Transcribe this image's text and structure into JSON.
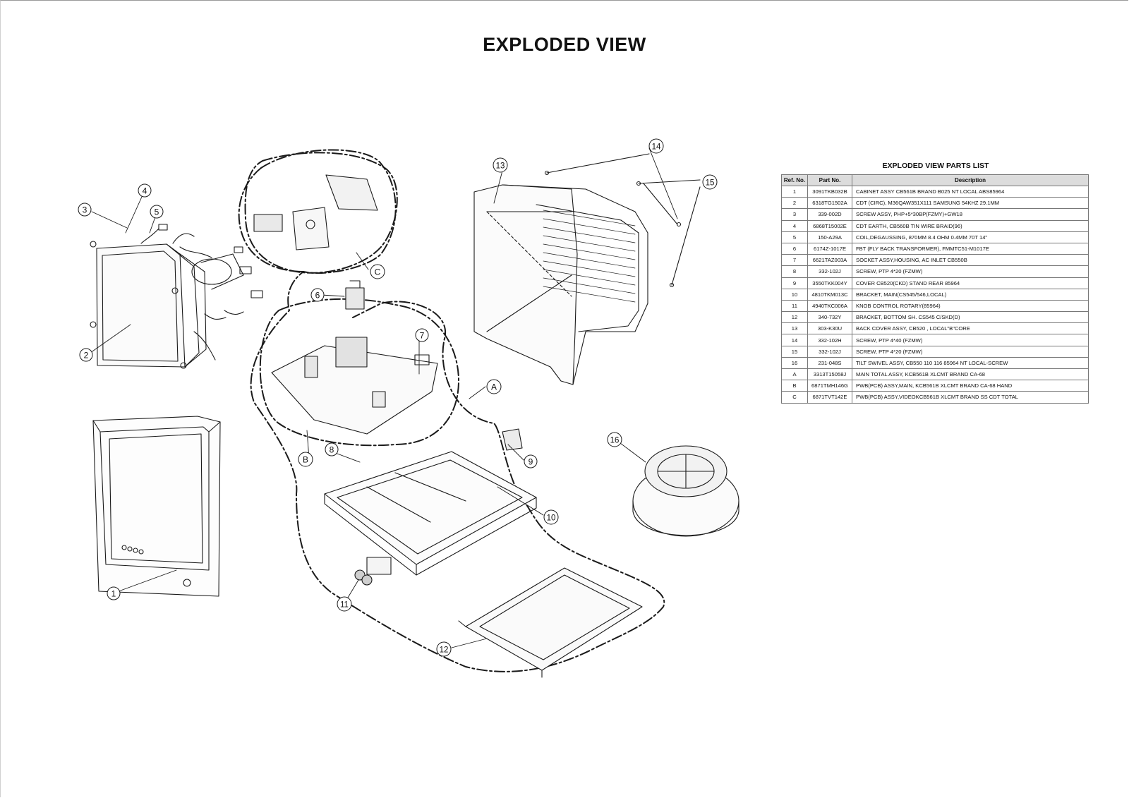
{
  "title": "EXPLODED VIEW",
  "parts_list": {
    "title": "EXPLODED VIEW PARTS LIST",
    "columns": [
      "Ref. No.",
      "Part No.",
      "Description"
    ],
    "rows": [
      {
        "ref": "1",
        "part": "3091TKB032B",
        "desc": "CABINET ASSY CB561B BRAND B025 NT LOCAL ABS85964"
      },
      {
        "ref": "2",
        "part": "6318TG1502A",
        "desc": "CDT (CIRC), M36QAW351X111 SAMSUNG 54KHZ 29.1MM"
      },
      {
        "ref": "3",
        "part": "339-002D",
        "desc": "SCREW ASSY, PHP+5*30BP(FZMY)+GW18"
      },
      {
        "ref": "4",
        "part": "6868T15002E",
        "desc": "CDT EARTH, CB560B TIN WIRE BRAID(96)"
      },
      {
        "ref": "5",
        "part": "150-A29A",
        "desc": "COIL,DEGAUSSING, 870MM 8.4 OHM 0.4MM 70T 14\""
      },
      {
        "ref": "6",
        "part": "6174Z-1017E",
        "desc": "FBT (FLY BACK TRANSFORMER), FMMTC51-M1017E"
      },
      {
        "ref": "7",
        "part": "6621TAZ003A",
        "desc": "SOCKET ASSY,HOUSING, AC INLET CB550B"
      },
      {
        "ref": "8",
        "part": "332-102J",
        "desc": "SCREW, PTP 4*20 (FZMW)"
      },
      {
        "ref": "9",
        "part": "3550TKK004Y",
        "desc": "COVER CB520(CKD) STAND REAR 85964"
      },
      {
        "ref": "10",
        "part": "4810TKM013C",
        "desc": "BRACKET, MAIN(CS545/546,LOCAL)"
      },
      {
        "ref": "11",
        "part": "4940TKC006A",
        "desc": "KNOB    CONTROL ROTARY(85964)"
      },
      {
        "ref": "12",
        "part": "340-732Y",
        "desc": "BRACKET, BOTTOM SH. CS545 C/SKD(D)"
      },
      {
        "ref": "13",
        "part": "303-K30U",
        "desc": "BACK COVER ASSY, CB520 , LOCAL\"B\"CORE"
      },
      {
        "ref": "14",
        "part": "332-102H",
        "desc": "SCREW, PTP 4*40 (FZMW)"
      },
      {
        "ref": "15",
        "part": "332-102J",
        "desc": "SCREW, PTP 4*20 (FZMW)"
      },
      {
        "ref": "16",
        "part": "231-048S",
        "desc": "TILT SWIVEL ASSY, CB550 110 116 85964 NT LOCAL-SCREW"
      },
      {
        "ref": "A",
        "part": "3313T15058J",
        "desc": "MAIN TOTAL ASSY, KCB561B XLCMT BRAND CA-68"
      },
      {
        "ref": "B",
        "part": "6871TMH146G",
        "desc": "PWB(PCB) ASSY,MAIN, KCB561B XLCMT BRAND CA-68 HAND"
      },
      {
        "ref": "C",
        "part": "6871TVT142E",
        "desc": "PWB(PCB) ASSY,VIDEOKCB561B XLCMT BRAND SS CDT TOTAL"
      }
    ]
  },
  "callouts": [
    "1",
    "2",
    "3",
    "4",
    "5",
    "6",
    "7",
    "8",
    "9",
    "10",
    "11",
    "12",
    "13",
    "14",
    "15",
    "16",
    "A",
    "B",
    "C"
  ]
}
